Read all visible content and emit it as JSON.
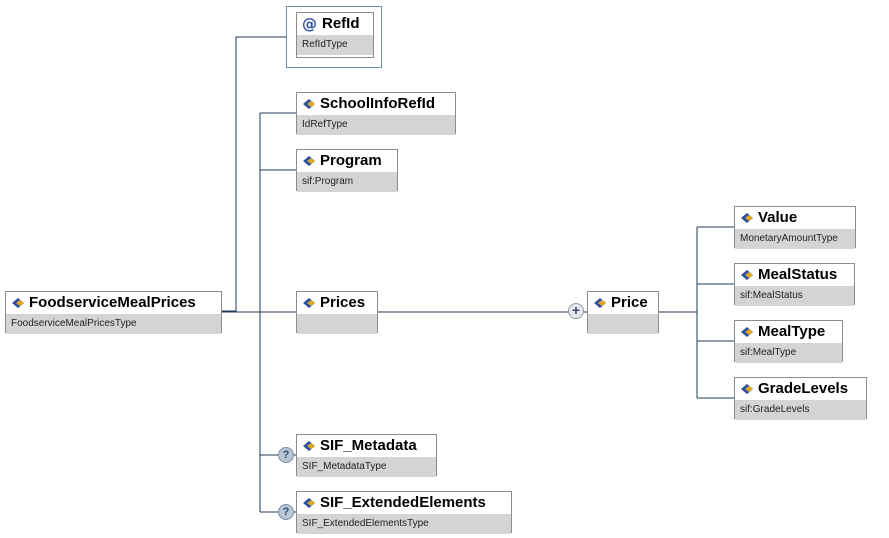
{
  "nodes": {
    "root": {
      "name": "FoodserviceMealPrices",
      "type": "FoodserviceMealPricesType"
    },
    "refid": {
      "name": "RefId",
      "type": "RefIdType"
    },
    "schoolinforefid": {
      "name": "SchoolInfoRefId",
      "type": "IdRefType"
    },
    "program": {
      "name": "Program",
      "type": "sif:Program"
    },
    "prices": {
      "name": "Prices",
      "type": ""
    },
    "price": {
      "name": "Price",
      "type": ""
    },
    "value": {
      "name": "Value",
      "type": "MonetaryAmountType"
    },
    "mealstatus": {
      "name": "MealStatus",
      "type": "sif:MealStatus"
    },
    "mealtype": {
      "name": "MealType",
      "type": "sif:MealType"
    },
    "gradelevels": {
      "name": "GradeLevels",
      "type": "sif:GradeLevels"
    },
    "sif_metadata": {
      "name": "SIF_Metadata",
      "type": "SIF_MetadataType"
    },
    "sif_extended": {
      "name": "SIF_ExtendedElements",
      "type": "SIF_ExtendedElementsType"
    }
  },
  "glyphs": {
    "attribute": "@",
    "optional": "?",
    "expand": "+"
  },
  "colors": {
    "line": "#1f3a56",
    "type_bg": "#d4d4d4",
    "icon_blue": "#2b4f9e",
    "icon_gold": "#e0a81c"
  }
}
